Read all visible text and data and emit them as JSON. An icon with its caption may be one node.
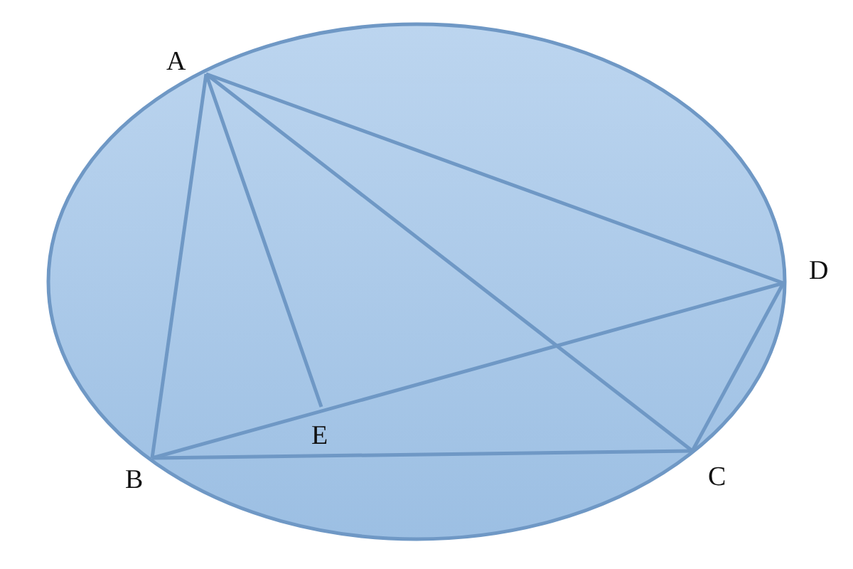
{
  "diagram": {
    "nodes": [
      {
        "text": [
          "A"
        ]
      },
      {
        "text": [
          "B"
        ]
      },
      {
        "text": [
          "C"
        ]
      },
      {
        "text": [
          "D"
        ]
      },
      {
        "text": [
          "E"
        ]
      }
    ],
    "edges": [
      {
        "from": 0,
        "to": 1,
        "arrow": "none"
      },
      {
        "from": 0,
        "to": 4,
        "arrow": "none"
      },
      {
        "from": 0,
        "to": 2,
        "arrow": "none"
      },
      {
        "from": 0,
        "to": 3,
        "arrow": "none"
      },
      {
        "from": 1,
        "to": 3,
        "arrow": "none"
      },
      {
        "from": 1,
        "to": 2,
        "arrow": "none"
      },
      {
        "from": 2,
        "to": 3,
        "arrow": "none"
      }
    ]
  }
}
